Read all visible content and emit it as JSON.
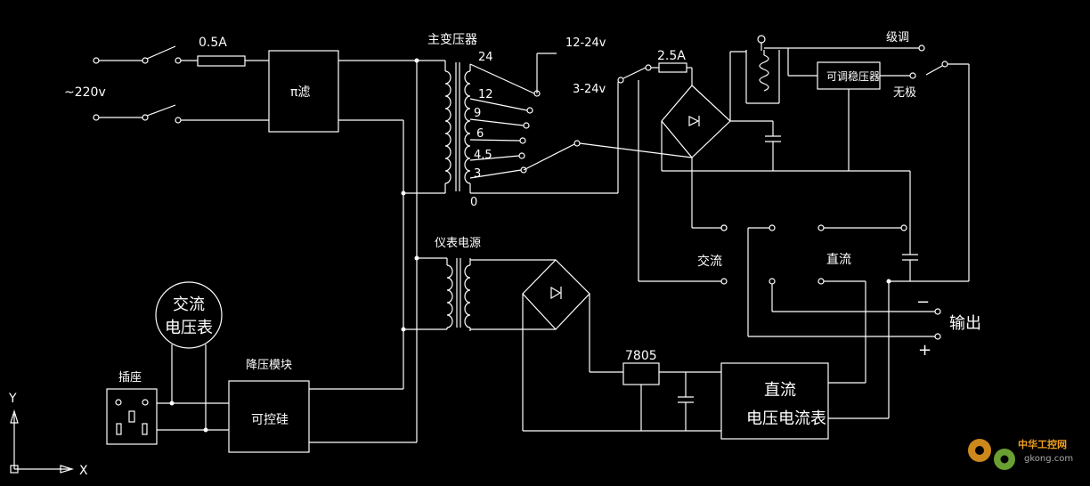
{
  "labels": {
    "fuse_input": "0.5A",
    "mains_voltage": "~220v",
    "pi_filter": "π滤",
    "main_transformer": "主变压器",
    "tap_24": "24",
    "tap_12": "12",
    "tap_9": "9",
    "tap_6": "6",
    "tap_4_5": "4.5",
    "tap_3": "3",
    "tap_0": "0",
    "range_12_24": "12-24v",
    "range_3_24": "3-24v",
    "fuse_output": "2.5A",
    "step_adjust": "级调",
    "stepless": "无极",
    "adjustable_regulator": "可调稳压器",
    "instrument_power": "仪表电源",
    "ac_label": "交流",
    "dc_label": "直流",
    "output_label": "输出",
    "minus": "−",
    "plus": "+",
    "ac_voltmeter_l1": "交流",
    "ac_voltmeter_l2": "电压表",
    "socket": "插座",
    "stepdown_module": "降压模块",
    "thyristor": "可控硅",
    "regulator_7805": "7805",
    "dc_meter_l1": "直流",
    "dc_meter_l2": "电压电流表",
    "axis_y": "Y",
    "axis_x": "X",
    "watermark_cn": "中华工控网",
    "watermark_url": "gkong.com"
  },
  "colors": {
    "background": "#000000",
    "wire": "#ffffff",
    "watermark_orange": "#f0a020",
    "watermark_green": "#7dbb3c"
  }
}
